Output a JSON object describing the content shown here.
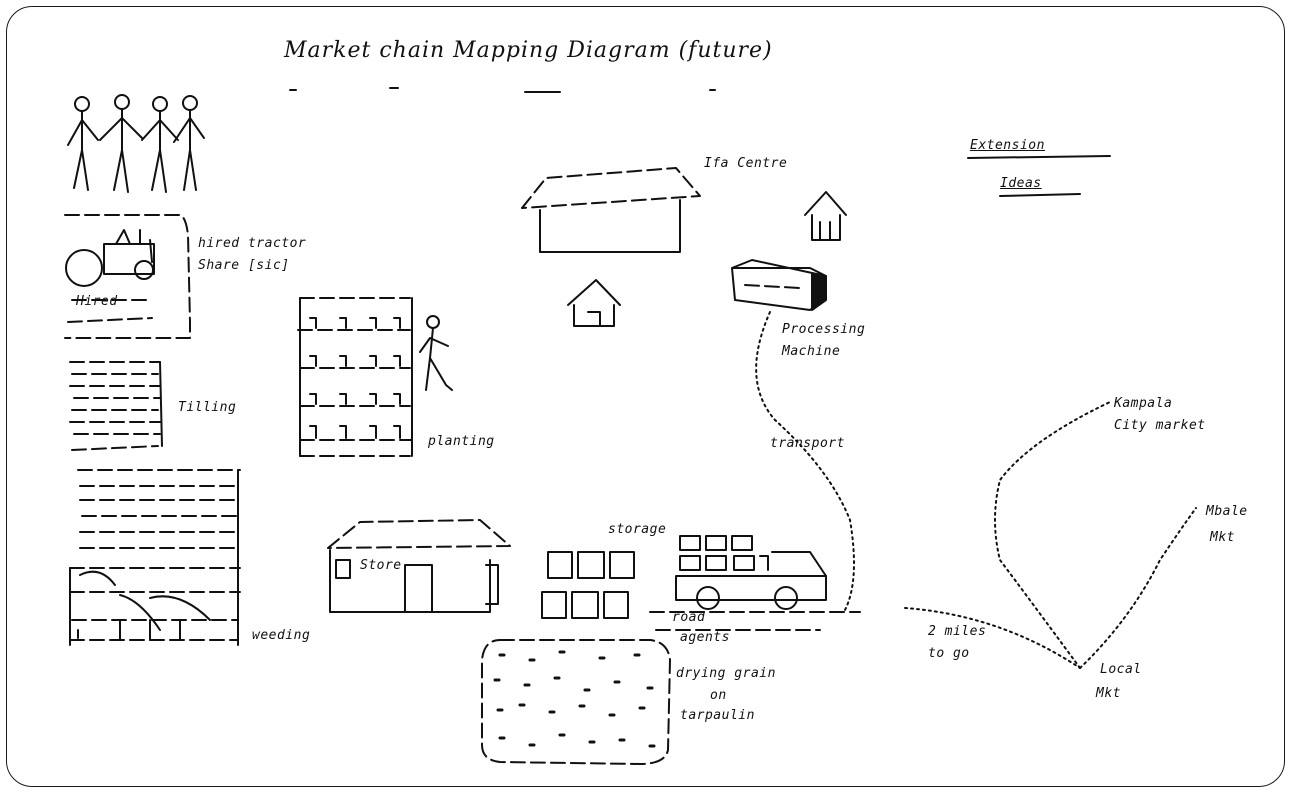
{
  "diagram": {
    "title": "Market chain Mapping Diagram (future)",
    "institution": {
      "line1": "Extension",
      "line2": "Ideas"
    },
    "labels": {
      "tractor_1": "hired tractor",
      "tractor_2": "Share [sic]",
      "tractor_caption": "Hired",
      "tilling": "Tilling",
      "planting": "planting",
      "weeding": "weeding",
      "store": "Store",
      "center_1": "Ifa Centre",
      "processing_1": "Processing",
      "processing_2": "Machine",
      "transport_1": "transport",
      "transport_2": "agents",
      "road_label": "road",
      "town_1": "Kampala",
      "town_2": "City market",
      "mbale_1": "Mbale",
      "mbale_2": "Mkt",
      "local_1": "Local",
      "local_2": "Mkt",
      "distance_1": "2 miles",
      "distance_2": "to go",
      "drying_1": "drying grain",
      "drying_2": "on",
      "drying_3": "tarpaulin",
      "storage": "storage"
    }
  }
}
